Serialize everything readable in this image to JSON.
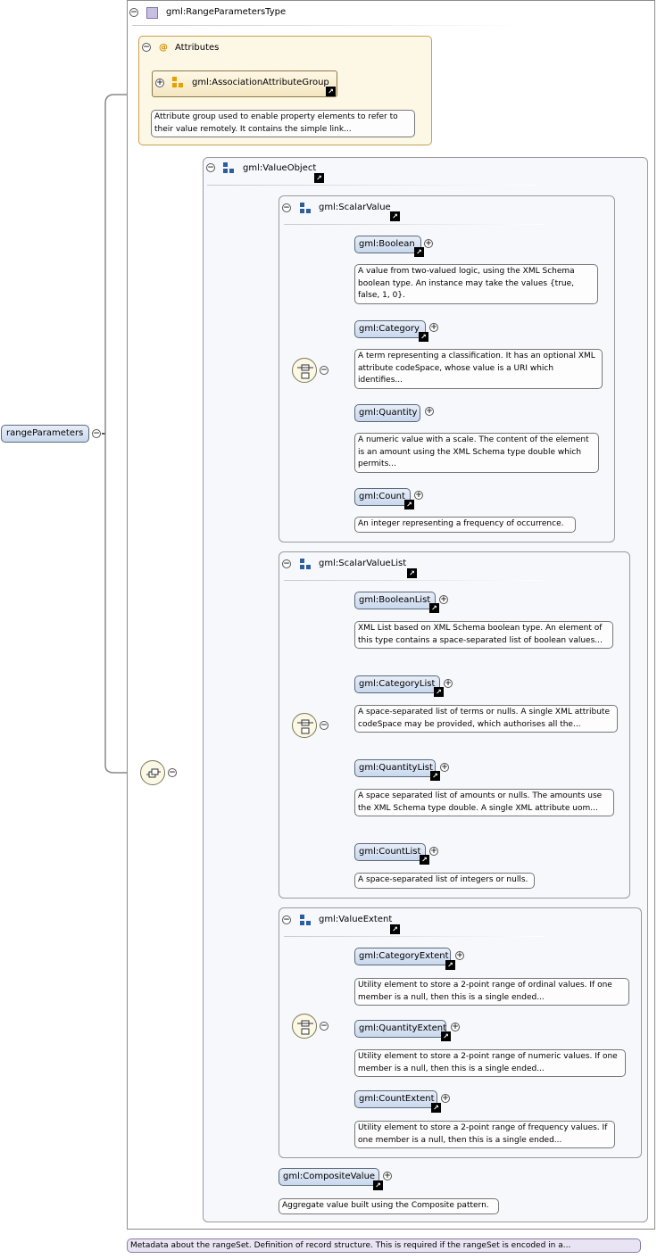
{
  "root": {
    "label": "rangeParameters"
  },
  "complex_type": {
    "label": "gml:RangeParametersType"
  },
  "attributes": {
    "title": "Attributes",
    "group_label": "gml:AssociationAttributeGroup",
    "group_desc": "Attribute group used to enable property elements to refer to their value remotely. It contains the simple link..."
  },
  "value_object": {
    "label": "gml:ValueObject"
  },
  "scalar_value": {
    "label": "gml:ScalarValue",
    "items": [
      {
        "label": "gml:Boolean",
        "desc": "A value from two-valued logic, using the XML Schema boolean type. An instance may take the values {true, false, 1, 0}."
      },
      {
        "label": "gml:Category",
        "desc": "A term representing a classification. It has an optional XML attribute codeSpace, whose value is a URI which identifies..."
      },
      {
        "label": "gml:Quantity",
        "desc": "A numeric value with a scale. The content of the element is an amount using the XML Schema type double which permits..."
      },
      {
        "label": "gml:Count",
        "desc": "An integer representing a frequency of occurrence."
      }
    ]
  },
  "scalar_value_list": {
    "label": "gml:ScalarValueList",
    "items": [
      {
        "label": "gml:BooleanList",
        "desc": "XML List based on XML Schema boolean type. An element of this type contains a space-separated list of boolean values..."
      },
      {
        "label": "gml:CategoryList",
        "desc": "A space-separated list of terms or nulls. A single XML attribute codeSpace may be provided, which authorises all the..."
      },
      {
        "label": "gml:QuantityList",
        "desc": "A space separated list of amounts or nulls. The amounts use the XML Schema type double. A single XML attribute uom..."
      },
      {
        "label": "gml:CountList",
        "desc": "A space-separated list of integers or nulls."
      }
    ]
  },
  "value_extent": {
    "label": "gml:ValueExtent",
    "items": [
      {
        "label": "gml:CategoryExtent",
        "desc": "Utility element to store a 2-point range of ordinal values. If one member is a null, then this is a single ended..."
      },
      {
        "label": "gml:QuantityExtent",
        "desc": "Utility element to store a 2-point range of numeric values. If one member is a null, then this is a single ended..."
      },
      {
        "label": "gml:CountExtent",
        "desc": "Utility element to store a 2-point range of frequency values. If one member is a null, then this is a single ended..."
      }
    ]
  },
  "composite_value": {
    "label": "gml:CompositeValue",
    "desc": "Aggregate value built using the Composite pattern."
  },
  "metadata": {
    "desc": "Metadata about the rangeSet. Definition of record structure. This is required if the rangeSet is encoded in a..."
  },
  "icons": {
    "collapse": "collapse-icon",
    "expand": "expand-icon",
    "link": "link-arrow-icon",
    "choice": "choice-compositor-icon",
    "sequence": "sequence-compositor-icon",
    "group": "group-icon",
    "attribute_group": "attribute-group-icon",
    "complex_type": "complex-type-icon"
  },
  "glyphs": {
    "collapse": "−",
    "expand": "+",
    "link": "↗",
    "at": "@"
  },
  "colors": {
    "element_fill": "#c9d8ee",
    "attributes_fill": "#fdf7e6",
    "metadata_fill": "#e9e4f3",
    "group_fill": "#f6f8fc",
    "wire": "#555555"
  }
}
